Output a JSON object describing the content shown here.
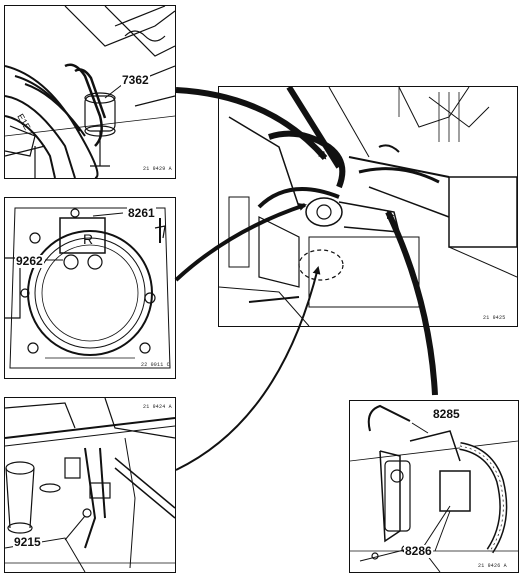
{
  "panels": {
    "top_left": {
      "callouts": [
        "7362"
      ],
      "ref": "21 9429 A"
    },
    "mid_left": {
      "callouts": [
        "8261",
        "9262"
      ],
      "ref": "22 0011 C",
      "plate_letter": "R"
    },
    "bottom_left": {
      "callouts": [
        "9215"
      ],
      "ref": "21 9424 A"
    },
    "center": {
      "ref": "21 9425"
    },
    "bottom_right": {
      "callouts": [
        "8285",
        "8286"
      ],
      "ref": "21 9426 A"
    }
  }
}
